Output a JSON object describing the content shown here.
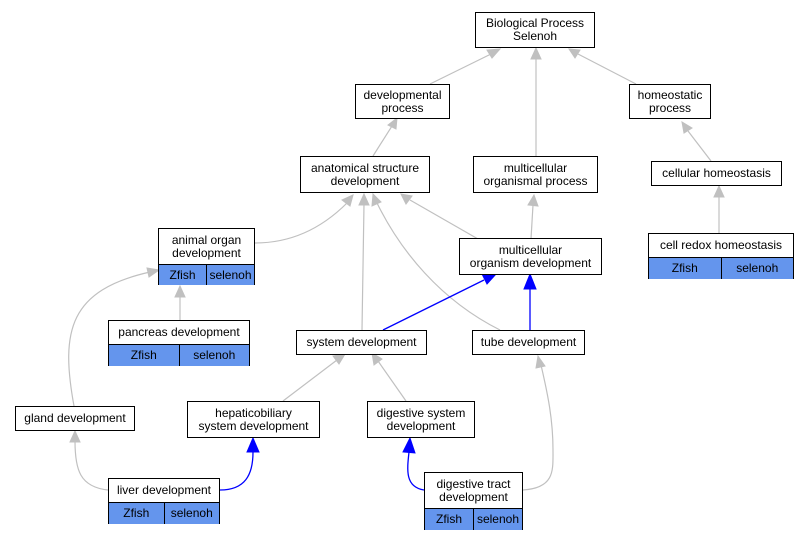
{
  "nodes": {
    "bp": {
      "line1": "Biological Process",
      "line2": "Selenoh"
    },
    "dev_proc": {
      "line1": "developmental",
      "line2": "process"
    },
    "homeo_proc": {
      "line1": "homeostatic",
      "line2": "process"
    },
    "anat_dev": {
      "line1": "anatomical structure",
      "line2": "development"
    },
    "mc_org_proc": {
      "line1": "multicellular",
      "line2": "organismal process"
    },
    "cell_homeo": {
      "line1": "cellular homeostasis"
    },
    "organ_dev": {
      "line1": "animal organ",
      "line2": "development",
      "tag1": "Zfish",
      "tag2": "selenoh"
    },
    "mc_org_dev": {
      "line1": "multicellular",
      "line2": "organism development"
    },
    "redox": {
      "line1": "cell redox homeostasis",
      "tag1": "Zfish",
      "tag2": "selenoh"
    },
    "pancreas": {
      "line1": "pancreas development",
      "tag1": "Zfish",
      "tag2": "selenoh"
    },
    "sys_dev": {
      "line1": "system development"
    },
    "tube_dev": {
      "line1": "tube development"
    },
    "gland_dev": {
      "line1": "gland development"
    },
    "hepato": {
      "line1": "hepaticobiliary",
      "line2": "system development"
    },
    "digest_sys": {
      "line1": "digestive system",
      "line2": "development"
    },
    "liver": {
      "line1": "liver development",
      "tag1": "Zfish",
      "tag2": "selenoh"
    },
    "digest_tract": {
      "line1": "digestive tract",
      "line2": "development",
      "tag1": "Zfish",
      "tag2": "selenoh"
    }
  },
  "colors": {
    "edge_default": "#c0c0c0",
    "edge_highlight": "#0000ff",
    "annotation_fill": "#6495ed",
    "node_border": "#000000"
  }
}
